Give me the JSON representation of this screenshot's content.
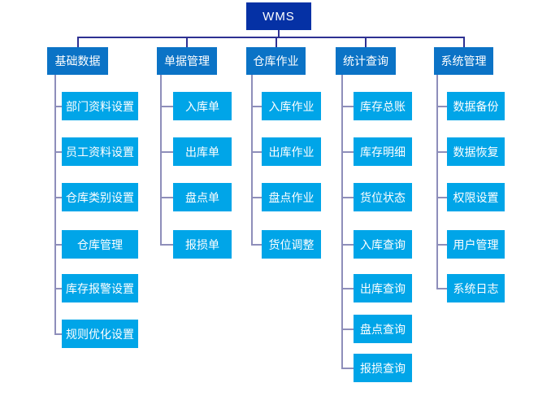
{
  "diagram_title": "WMS functional structure tree",
  "tree": {
    "root": {
      "label": "WMS"
    },
    "branches": [
      {
        "label": "基础数据",
        "children": [
          "部门资料设置",
          "员工资料设置",
          "仓库类别设置",
          "仓库管理",
          "库存报警设置",
          "规则优化设置"
        ]
      },
      {
        "label": "单据管理",
        "children": [
          "入库单",
          "出库单",
          "盘点单",
          "报损单"
        ]
      },
      {
        "label": "仓库作业",
        "children": [
          "入库作业",
          "出库作业",
          "盘点作业",
          "货位调整"
        ]
      },
      {
        "label": "统计查询",
        "children": [
          "库存总账",
          "库存明细",
          "货位状态",
          "入库查询",
          "出库查询",
          "盘点查询",
          "报损查询"
        ]
      },
      {
        "label": "系统管理",
        "children": [
          "数据备份",
          "数据恢复",
          "权限设置",
          "用户管理",
          "系统日志"
        ]
      }
    ]
  },
  "colors": {
    "root_box": "#0531a5",
    "branch_box": "#0b73c6",
    "leaf_box": "#00a5e8",
    "top_connector": "#2e3192",
    "child_connector": "#8e8eba",
    "text": "#ffffff",
    "background": "#ffffff"
  }
}
